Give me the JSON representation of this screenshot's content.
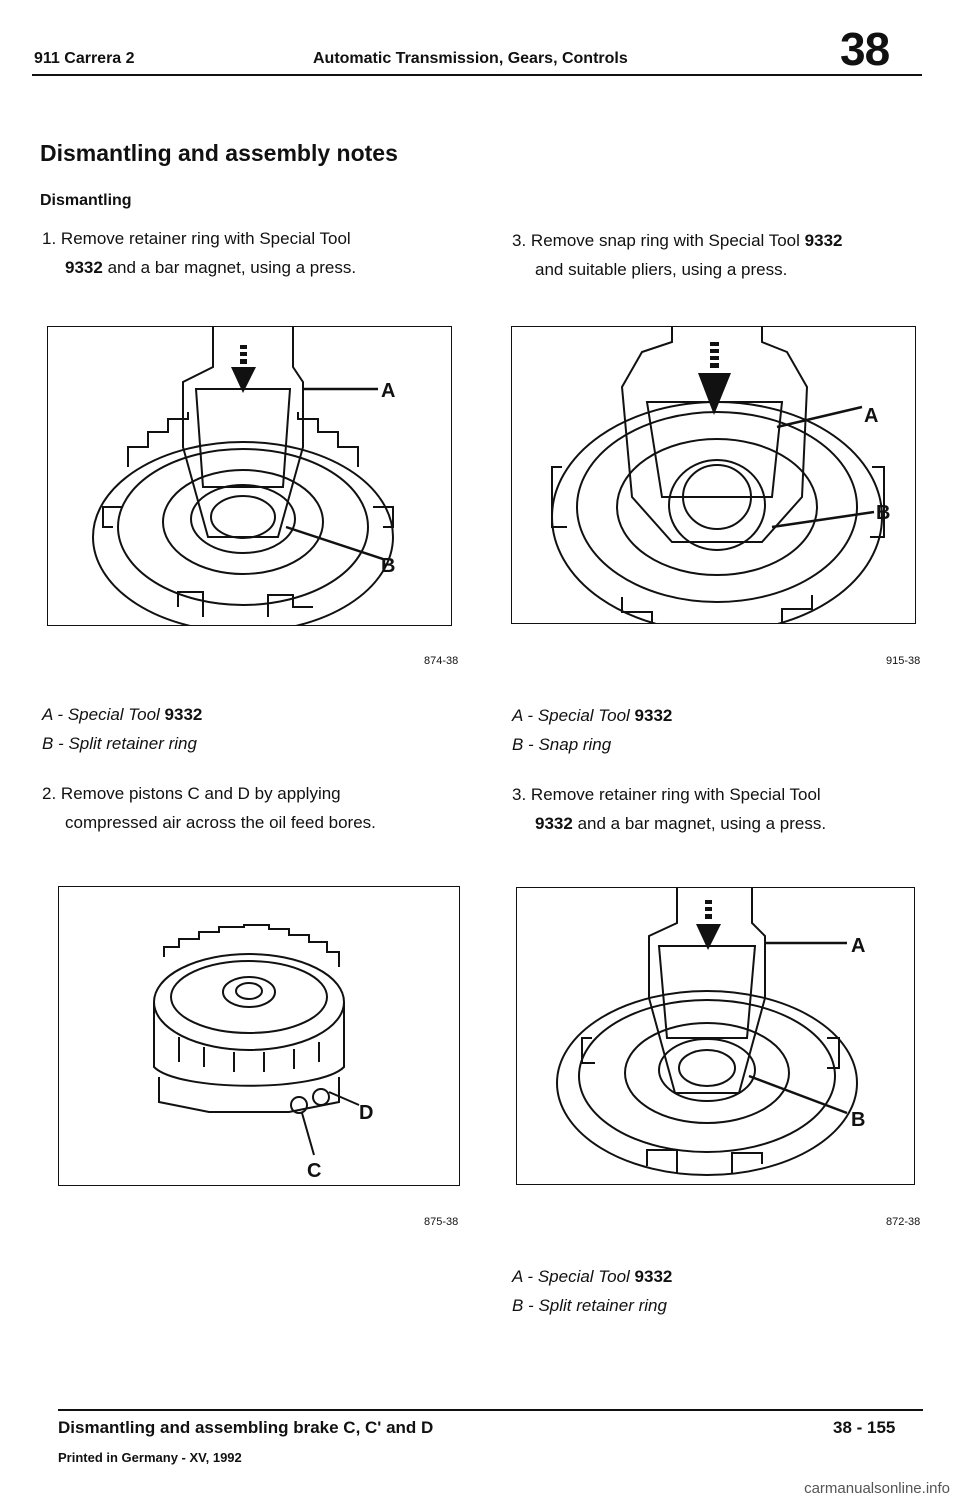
{
  "header": {
    "model": "911 Carrera 2",
    "section": "Automatic Transmission, Gears, Controls",
    "chapter": "38"
  },
  "title": "Dismantling and assembly notes",
  "subtitle": "Dismantling",
  "steps": {
    "s1": {
      "num": "1.",
      "line1": "Remove retainer ring with Special Tool",
      "tool": "9332",
      "line2": "and a bar magnet, using a press."
    },
    "s2": {
      "num": "2.",
      "line1": "Remove pistons C and D by applying",
      "line2": "compressed air across the oil feed bores."
    },
    "s3a": {
      "num": "3.",
      "line1": "Remove snap ring with Special Tool",
      "tool": "9332",
      "line2": "and suitable pliers, using a press."
    },
    "s3b": {
      "num": "3.",
      "line1": "Remove retainer ring with Special Tool",
      "tool": "9332",
      "line2": "and a bar magnet, using a press."
    }
  },
  "figures": {
    "f874": {
      "number": "874-38",
      "label_a": "A",
      "label_b": "B"
    },
    "f915": {
      "number": "915-38",
      "label_a": "A",
      "label_b": "B"
    },
    "f875": {
      "number": "875-38",
      "label_c": "C",
      "label_d": "D"
    },
    "f872": {
      "number": "872-38",
      "label_a": "A",
      "label_b": "B"
    }
  },
  "captions": {
    "c874": {
      "a_prefix": "A - Special Tool",
      "a_tool": "9332",
      "b_text": "B - Split retainer ring"
    },
    "c915": {
      "a_prefix": "A - Special Tool",
      "a_tool": "9332",
      "b_text": "B - Snap ring"
    },
    "c872": {
      "a_prefix": "A - Special Tool",
      "a_tool": "9332",
      "b_text": "B - Split retainer ring"
    }
  },
  "footer": {
    "title": "Dismantling and assembling brake C, C' and D",
    "page": "38 - 155",
    "printed": "Printed in Germany - XV, 1992"
  },
  "watermark": "carmanualsonline.info"
}
